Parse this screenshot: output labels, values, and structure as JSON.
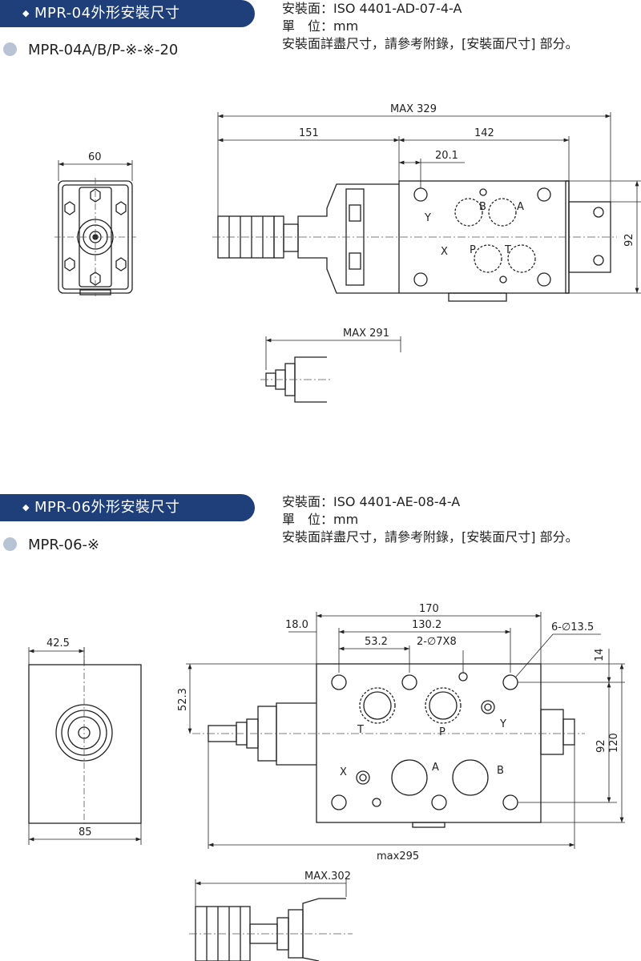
{
  "section1": {
    "title": "MPR-04外形安裝尺寸",
    "model": "MPR-04A/B/P-※-※-20",
    "spec_mount": "安裝面：ISO 4401-AD-07-4-A",
    "spec_unit": "單　位：mm",
    "spec_note": "安裝面詳盡尺寸，請參考附錄，[安裝面尺寸] 部分。",
    "dims": {
      "d60": "60",
      "max329": "MAX 329",
      "d151": "151",
      "d142": "142",
      "d20": "20.1",
      "d92": "92",
      "max291": "MAX 291"
    },
    "ports": {
      "y": "Y",
      "b": "B",
      "a": "A",
      "x": "X",
      "p": "P",
      "t": "T"
    }
  },
  "section2": {
    "title": "MPR-06外形安裝尺寸",
    "model": "MPR-06-※",
    "spec_mount": "安裝面：ISO 4401-AE-08-4-A",
    "spec_unit": "單　位：mm",
    "spec_note": "安裝面詳盡尺寸，請參考附錄，[安裝面尺寸] 部分。",
    "dims": {
      "d42": "42.5",
      "d85": "85",
      "d170": "170",
      "d18": "18.0",
      "d130": "130.2",
      "d53": "53.2",
      "d2_7": "2-∅7X8",
      "d6_13": "6-∅13.5",
      "d14": "14",
      "d52": "52.3",
      "d92": "92",
      "d120": "120",
      "max295": "max295",
      "max302": "MAX.302"
    },
    "ports": {
      "t": "T",
      "p": "P",
      "y": "Y",
      "x": "X",
      "a": "A",
      "b": "B"
    }
  }
}
